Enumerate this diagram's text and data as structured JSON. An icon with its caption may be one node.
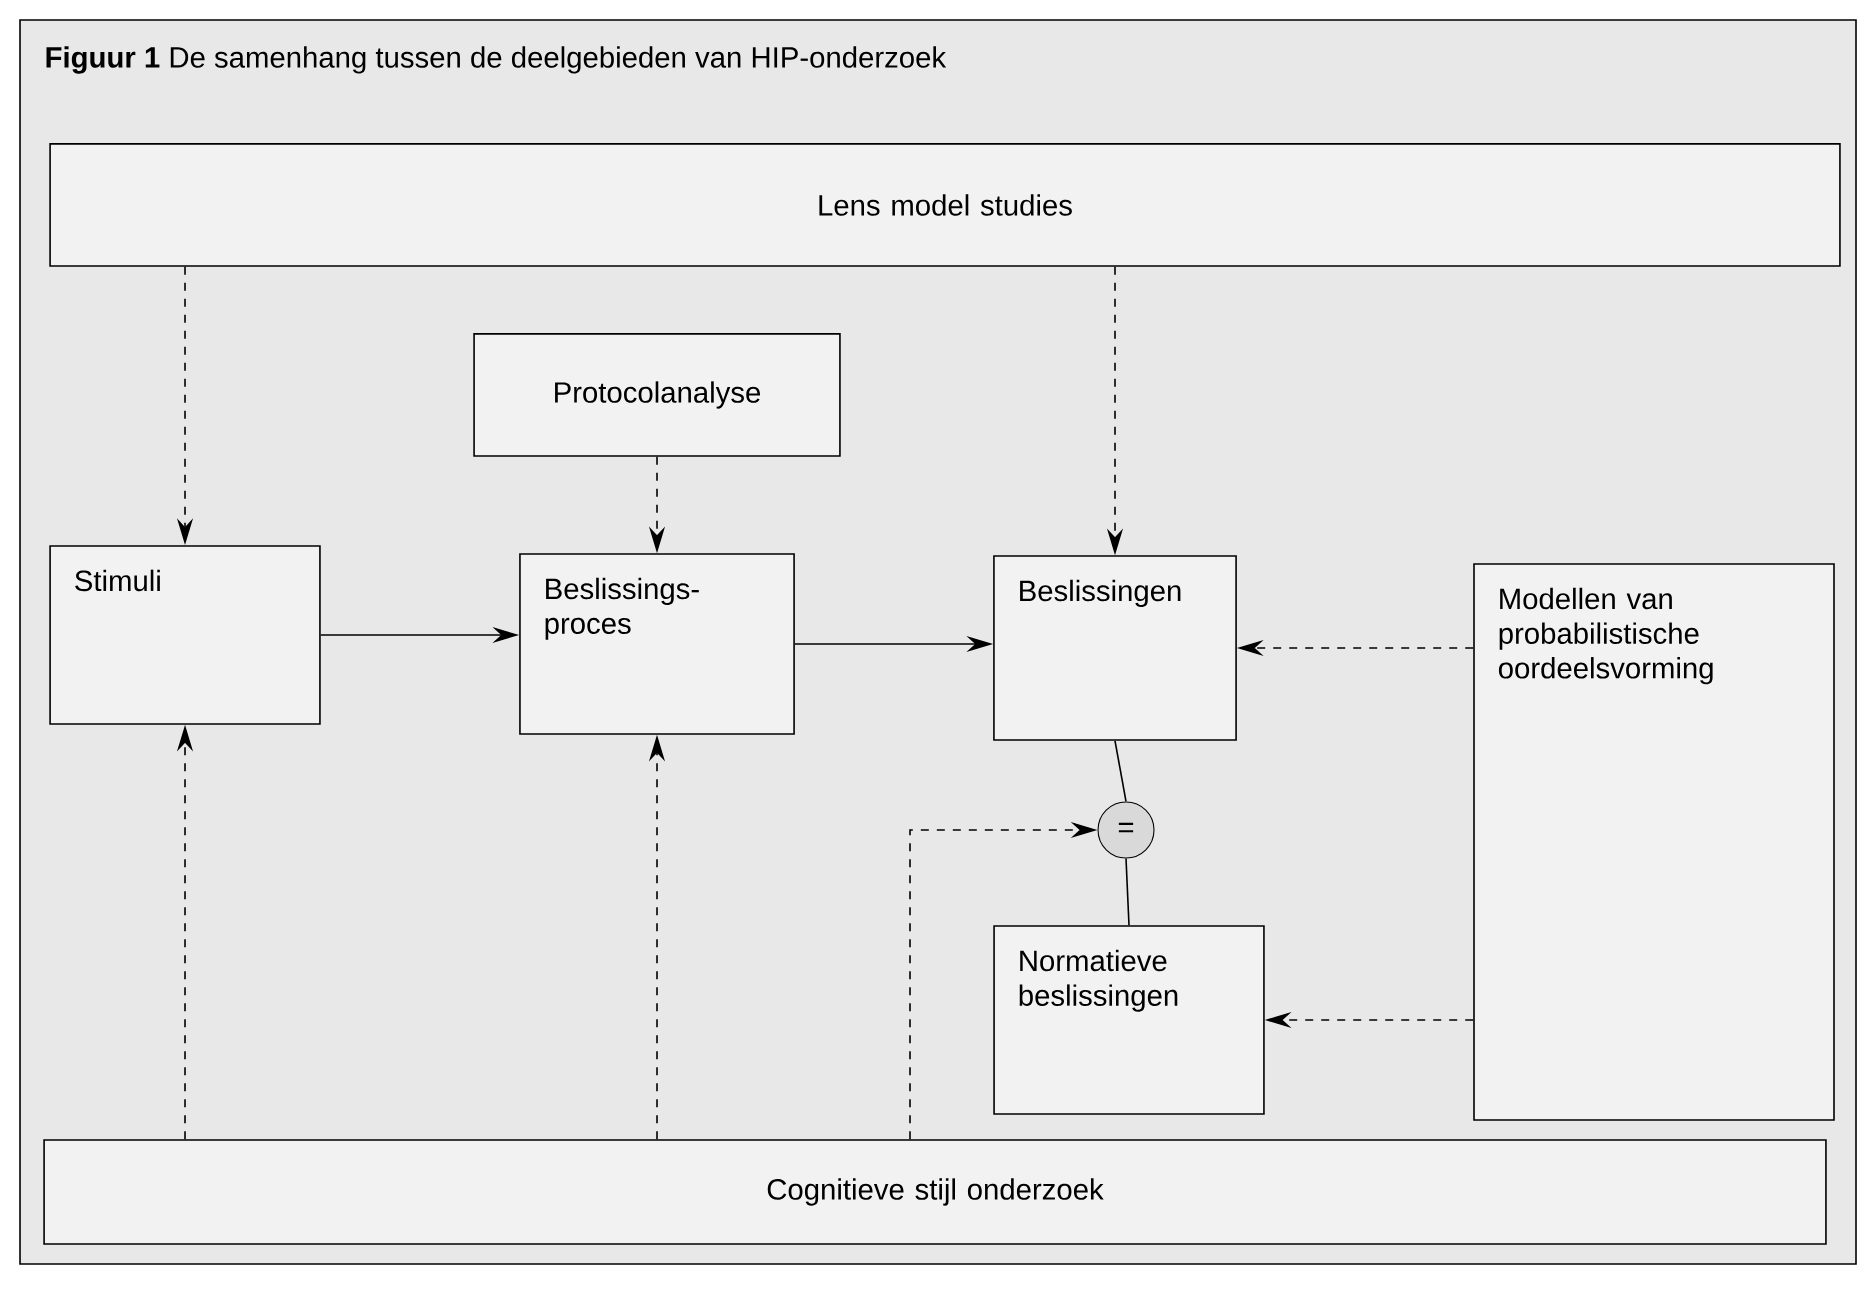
{
  "diagram": {
    "title": "**Figuur 1** De samenhang tussen de deelgebieden van HIP-onderzoek",
    "nodes": [
      {
        "text": [
          "Lens model studies"
        ]
      },
      {
        "text": [
          "Protocolanalyse"
        ]
      },
      {
        "text": [
          "Stimuli"
        ]
      },
      {
        "text": [
          "Beslissings- proces"
        ]
      },
      {
        "text": [
          "Beslissingen"
        ]
      },
      {
        "text": [
          "Modellen van probabilistische oordeelsvorming"
        ]
      },
      {
        "text": [
          "="
        ]
      },
      {
        "text": [
          "Normatieve beslissingen"
        ]
      },
      {
        "text": [
          "Cognitieve stijl onderzoek"
        ]
      }
    ],
    "edges": [
      {
        "from": 0,
        "to": 2,
        "arrow": "to",
        "style": "dashed"
      },
      {
        "from": 1,
        "to": 3,
        "arrow": "to",
        "style": "dashed"
      },
      {
        "from": 0,
        "to": 4,
        "arrow": "to",
        "style": "dashed"
      },
      {
        "from": 2,
        "to": 3,
        "arrow": "to"
      },
      {
        "from": 3,
        "to": 4,
        "arrow": "to"
      },
      {
        "from": 5,
        "to": 4,
        "arrow": "to",
        "style": "dashed"
      },
      {
        "from": 5,
        "to": 7,
        "arrow": "to",
        "style": "dashed"
      },
      {
        "from": 4,
        "to": 6,
        "arrow": "none"
      },
      {
        "from": 6,
        "to": 7,
        "arrow": "none"
      },
      {
        "from": 8,
        "to": 2,
        "arrow": "to",
        "style": "dashed"
      },
      {
        "from": 8,
        "to": 3,
        "arrow": "to",
        "style": "dashed"
      },
      {
        "from": 8,
        "to": 6,
        "arrow": "to",
        "style": "dashed"
      }
    ]
  }
}
